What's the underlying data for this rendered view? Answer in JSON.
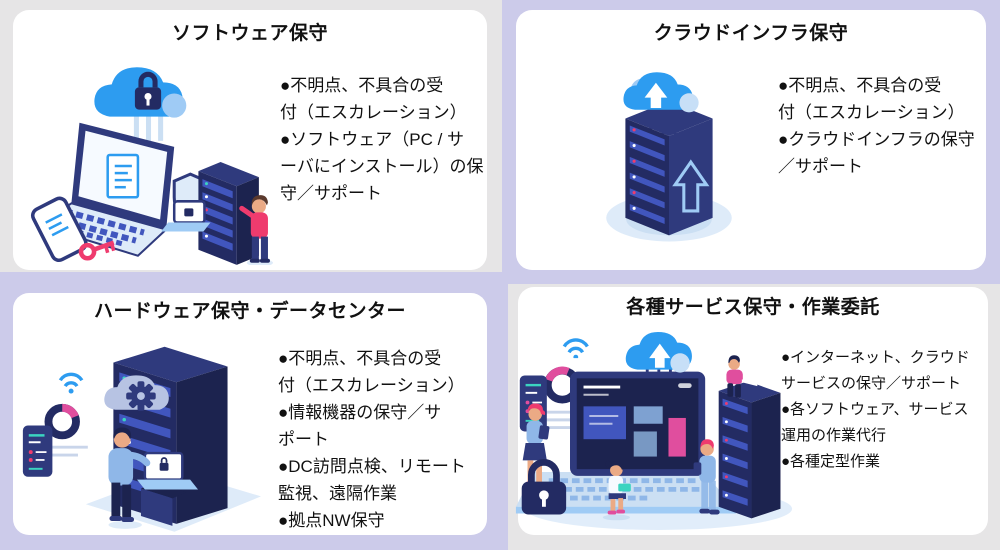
{
  "colors": {
    "bg_gray": "#E6E5E6",
    "bg_lavender": "#CCCBEA",
    "card_bg": "#FFFFFF",
    "text": "#111111",
    "navy": "#232B63",
    "navy2": "#2F3A7D",
    "navy3": "#1C234F",
    "blue": "#4156BE",
    "bblue": "#2D9CF0",
    "sky": "#9FCBF5",
    "sky2": "#C7DFF7",
    "pale": "#DEEBF9",
    "pale2": "#CBDFF3",
    "pink": "#EF3B6E",
    "magenta": "#E04E9E",
    "teal": "#3BD4C0",
    "skin": "#EBAA85",
    "steel": "#8FB7E8",
    "cloudgray": "#B7C3E3",
    "lgray": "#C9D5EA",
    "brown": "#5B3A2E",
    "paper": "#F6FAFF"
  },
  "cards": [
    {
      "id": "software-maintenance",
      "title": "ソフトウェア保守",
      "bullets": [
        "●不明点、不具合の受\n付（エスカレーション）",
        "●ソフトウェア（PC / サ\nーバにインストール）の保\n守／サポート"
      ],
      "illustration": [
        "cloud-lock",
        "laptop-document",
        "smartphone",
        "key",
        "shield",
        "server-rack",
        "technician"
      ]
    },
    {
      "id": "cloud-infra-maintenance",
      "title": "クラウドインフラ保守",
      "bullets": [
        "●不明点、不具合の受\n付（エスカレーション）",
        "●クラウドインフラの保守\n／サポート"
      ],
      "illustration": [
        "upload-cloud",
        "upload-arrows",
        "server-tower",
        "platform-rings"
      ]
    },
    {
      "id": "hardware-datacenter",
      "title": "ハードウェア保守・データセンター",
      "bullets": [
        "●不明点、不具合の受\n付（エスカレーション）",
        "●情報機器の保守／サ\nポート",
        "●DC訪問点検、リモート\n監視、遠隔作業",
        "●拠点NW保守"
      ],
      "illustration": [
        "wifi",
        "donut-chart",
        "status-card",
        "gear-cloud",
        "server-rack",
        "engineer-laptop"
      ]
    },
    {
      "id": "services-outsourcing",
      "title": "各種サービス保守・作業委託",
      "bullets": [
        "●インターネット、クラウド\nサービスの保守／サポート",
        "●各ソフトウェア、サービス\n運用の作業代行",
        "●各種定型作業"
      ],
      "illustration": [
        "wifi",
        "donut-chart",
        "status-card",
        "dashboard-laptop",
        "upload-cloud",
        "server-tower",
        "workers",
        "padlock"
      ]
    }
  ]
}
